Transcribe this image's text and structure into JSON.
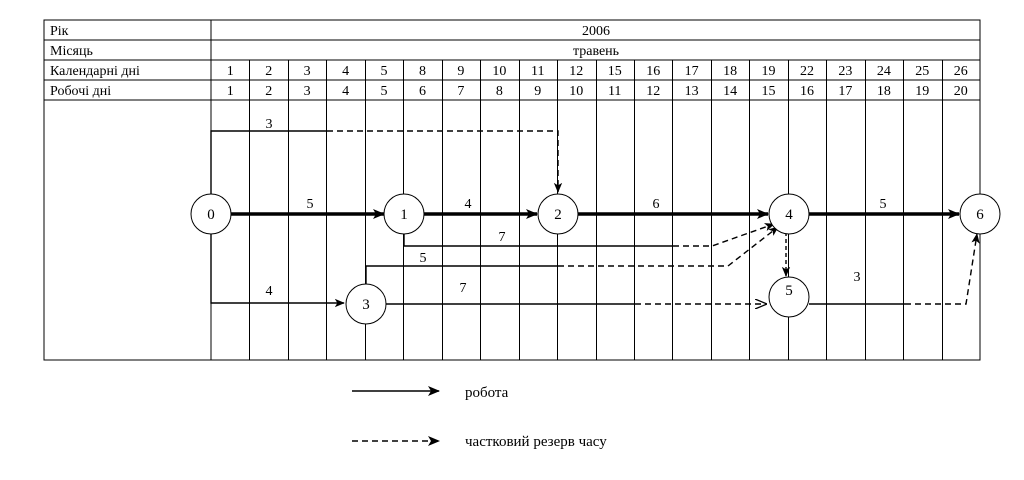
{
  "header": {
    "row_labels": [
      "Рік",
      "Місяць",
      "Календарні дні",
      "Робочі дні"
    ],
    "year": "2006",
    "month": "травень",
    "calendar_days": [
      "1",
      "2",
      "3",
      "4",
      "5",
      "8",
      "9",
      "10",
      "11",
      "12",
      "15",
      "16",
      "17",
      "18",
      "19",
      "22",
      "23",
      "24",
      "25",
      "26"
    ],
    "work_days": [
      "1",
      "2",
      "3",
      "4",
      "5",
      "6",
      "7",
      "8",
      "9",
      "10",
      "11",
      "12",
      "13",
      "14",
      "15",
      "16",
      "17",
      "18",
      "19",
      "20"
    ]
  },
  "network": {
    "nodes": [
      {
        "id": "0",
        "day": 0,
        "lane": "mid"
      },
      {
        "id": "1",
        "day": 5,
        "lane": "mid"
      },
      {
        "id": "2",
        "day": 9,
        "lane": "mid"
      },
      {
        "id": "3",
        "day": 4,
        "lane": "low"
      },
      {
        "id": "4",
        "day": 15,
        "lane": "mid"
      },
      {
        "id": "5",
        "day": 15,
        "lane": "low"
      },
      {
        "id": "6",
        "day": 20,
        "lane": "mid"
      }
    ],
    "activities": [
      {
        "from": "0",
        "to": "1",
        "duration": "5",
        "critical": true
      },
      {
        "from": "1",
        "to": "2",
        "duration": "4",
        "critical": true
      },
      {
        "from": "2",
        "to": "4",
        "duration": "6",
        "critical": true
      },
      {
        "from": "4",
        "to": "6",
        "duration": "5",
        "critical": true
      },
      {
        "from": "0",
        "to": "2",
        "duration": "3",
        "critical": false
      },
      {
        "from": "0",
        "to": "3",
        "duration": "4",
        "critical": false
      },
      {
        "from": "1",
        "to": "4",
        "duration": "7",
        "critical": false
      },
      {
        "from": "3",
        "to": "4",
        "duration": "5",
        "critical": false
      },
      {
        "from": "3",
        "to": "5",
        "duration": "7",
        "critical": false
      },
      {
        "from": "5",
        "to": "6",
        "duration": "3",
        "critical": false
      },
      {
        "from": "4",
        "to": "5",
        "duration": "",
        "critical": false
      }
    ]
  },
  "legend": {
    "work": "робота",
    "float": "частковий резерв часу"
  }
}
